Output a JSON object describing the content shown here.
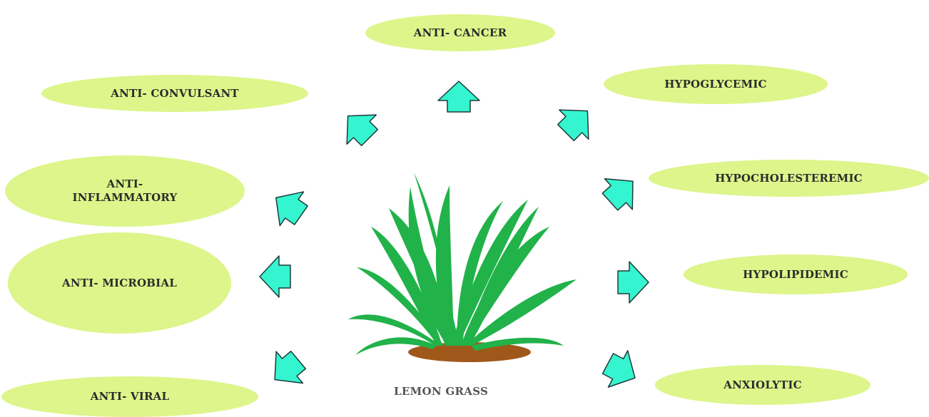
{
  "diagram": {
    "center_label": "LEMON GRASS",
    "properties": [
      {
        "id": "anti-cancer",
        "label": "ANTI- CANCER"
      },
      {
        "id": "anti-convulsant",
        "label": "ANTI- CONVULSANT"
      },
      {
        "id": "anti-inflammatory",
        "label": "ANTI-\nINFLAMMATORY"
      },
      {
        "id": "anti-microbial",
        "label": "ANTI- MICROBIAL"
      },
      {
        "id": "anti-viral",
        "label": "ANTI- VIRAL"
      },
      {
        "id": "hypoglycemic",
        "label": "HYPOGLYCEMIC"
      },
      {
        "id": "hypocholesteremic",
        "label": "HYPOCHOLESTEREMIC"
      },
      {
        "id": "hypolipidemic",
        "label": "HYPOLIPIDEMIC"
      },
      {
        "id": "anxiolytic",
        "label": "ANXIOLYTIC"
      }
    ]
  },
  "colors": {
    "ellipse_fill": "#ddf58a",
    "arrow_fill": "#34f5cf",
    "arrow_stroke": "#1e3a3a",
    "leaf_green": "#21b24a",
    "soil": "#a0581a"
  }
}
